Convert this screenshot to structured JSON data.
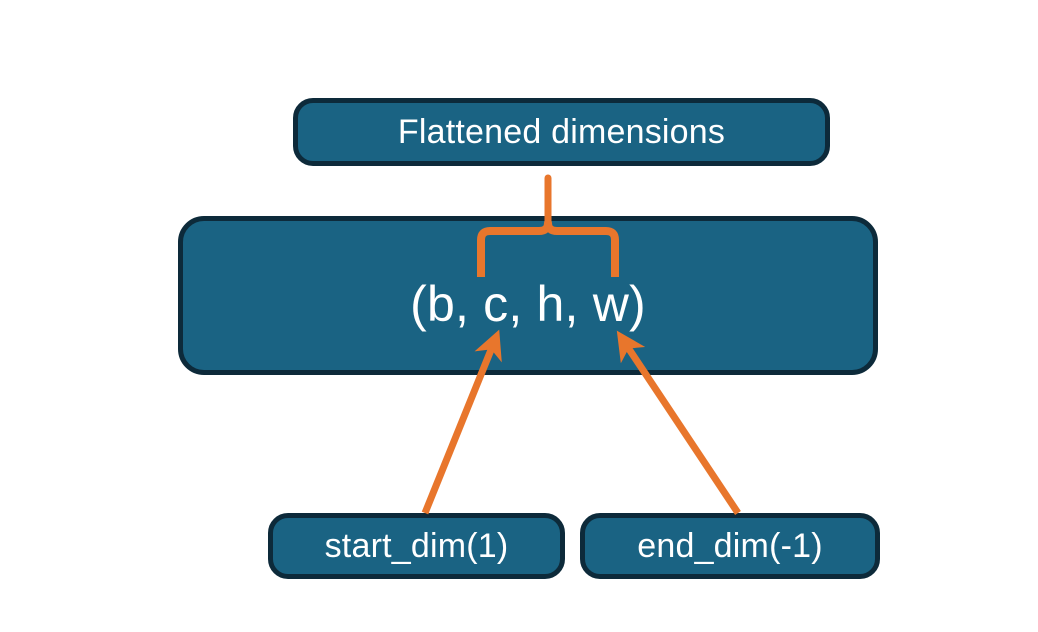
{
  "diagram": {
    "title": "Flatten dimensions diagram",
    "background_color": "#ffffff",
    "node_fill_color": "#1a6383",
    "node_border_color": "#0d2a3a",
    "node_text_color": "#ffffff",
    "annotation_color": "#e8762c",
    "nodes": {
      "flattened": {
        "label": "Flattened dimensions"
      },
      "shape": {
        "label": "(b, c, h, w)"
      },
      "start_dim": {
        "label": "start_dim(1)"
      },
      "end_dim": {
        "label": "end_dim(-1)"
      }
    },
    "annotations": {
      "brace": {
        "name": "flatten-range-brace",
        "covers": "c, h, w"
      },
      "arrow_start": {
        "name": "start-dim-arrow",
        "from": "start_dim(1)",
        "to": "c"
      },
      "arrow_end": {
        "name": "end-dim-arrow",
        "from": "end_dim(-1)",
        "to": "w"
      }
    }
  }
}
